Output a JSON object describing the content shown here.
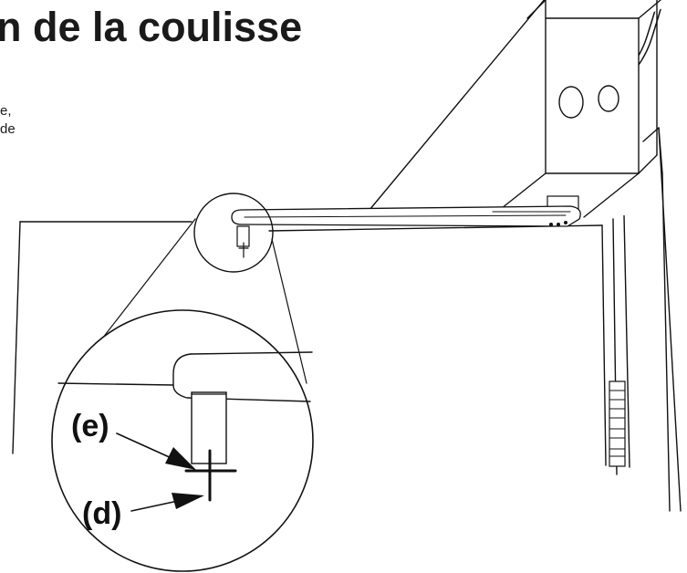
{
  "heading": {
    "title": "n de la coulisse"
  },
  "text_fragments": [
    "e,",
    "de"
  ],
  "callouts": {
    "e": "(e)",
    "d": "(d)"
  }
}
